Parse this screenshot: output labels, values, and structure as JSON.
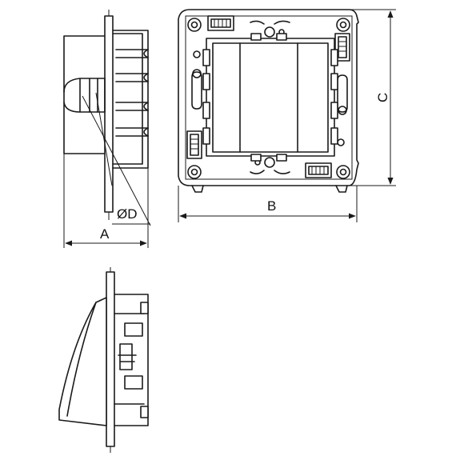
{
  "dimensions": {
    "a": "A",
    "b": "B",
    "c": "C",
    "d": "ØD"
  },
  "colors": {
    "line": "#1a1a1a",
    "background": "#ffffff"
  }
}
